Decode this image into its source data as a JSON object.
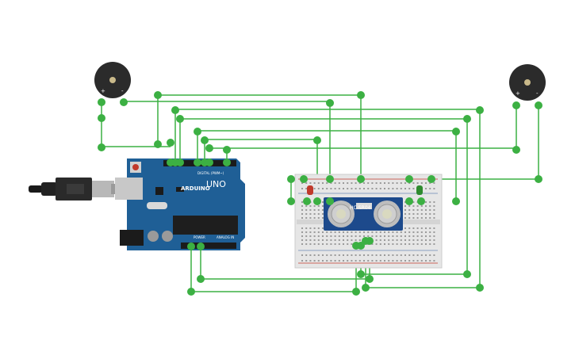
{
  "arduino": {
    "brand": "ARDUINO",
    "model": "UNO",
    "digital_label": "DIGITAL (PWM~)",
    "power_label": "POWER",
    "analog_label": "ANALOG IN",
    "board_color": "#1f5f96"
  },
  "sensor": {
    "model": "HC-SR04",
    "board_color": "#1d4a8c"
  },
  "buzzers": [
    {
      "plus": "+",
      "minus": "-"
    },
    {
      "plus": "+",
      "minus": "-"
    }
  ],
  "leds": [
    {
      "color": "#c0392b"
    },
    {
      "color": "#2e8b2e"
    }
  ],
  "colors": {
    "wire": "#3cb043",
    "breadboard": "#e6e6e6"
  }
}
